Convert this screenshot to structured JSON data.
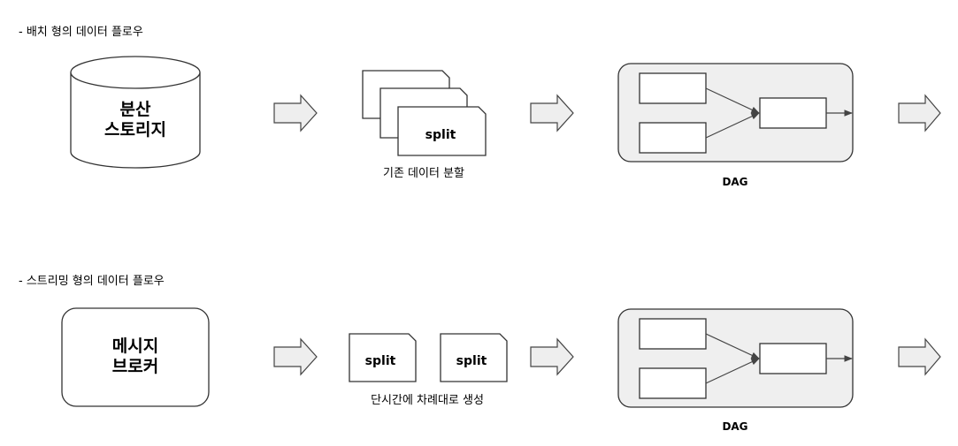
{
  "batch": {
    "title": "-  배치 형의 데이터 플로우",
    "source_line1": "분산",
    "source_line2": "스토리지",
    "split_label": "split",
    "split_caption": "기존 데이터 분할",
    "dag_label": "DAG"
  },
  "stream": {
    "title": "-  스트리밍 형의 데이터 플로우",
    "source_line1": "메시지",
    "source_line2": "브로커",
    "split_label_1": "split",
    "split_label_2": "split",
    "split_caption": "단시간에 차례대로 생성",
    "dag_label": "DAG"
  },
  "colors": {
    "stroke": "#333333",
    "dag_background": "#efefef",
    "arrow_fill": "#eeeeee"
  }
}
